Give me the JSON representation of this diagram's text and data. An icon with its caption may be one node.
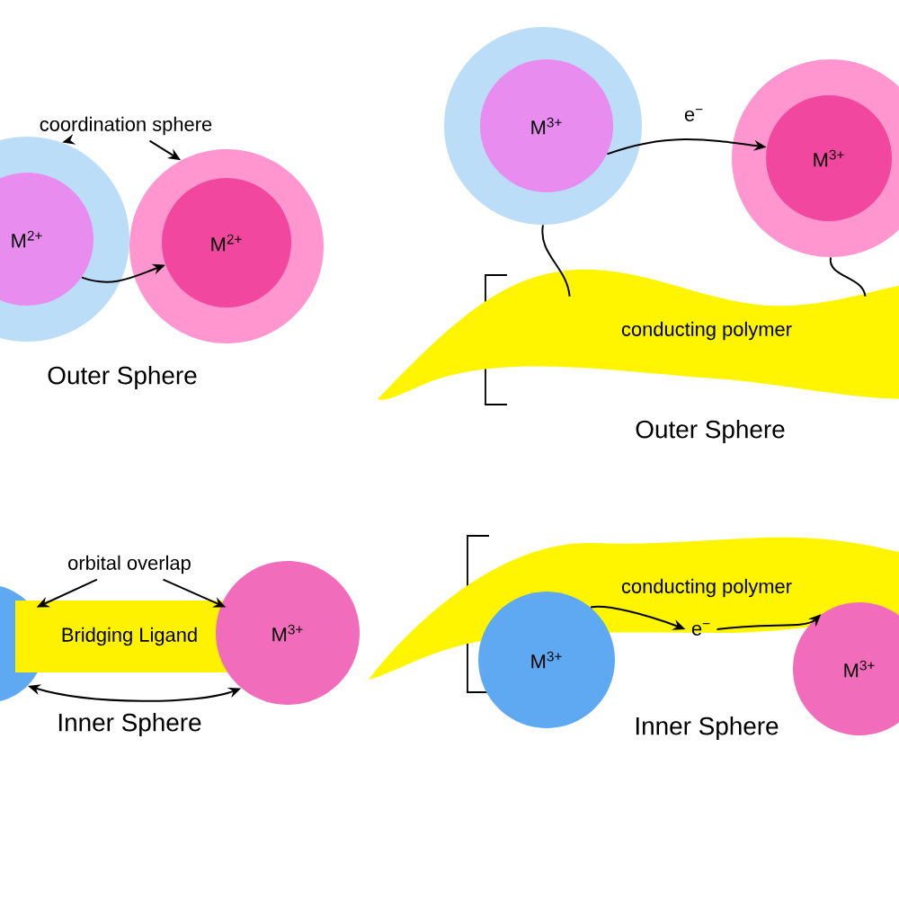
{
  "diagram": {
    "nodes": [
      {
        "text": [],
        "shape": "circle"
      },
      {
        "text": [
          "M$^{2+}$"
        ],
        "in": 0
      },
      {
        "text": [],
        "shape": "circle"
      },
      {
        "text": [
          "M$^{2+}$"
        ],
        "in": 2
      },
      {
        "text": [
          "coordination sphere"
        ]
      },
      {
        "text": [],
        "shape": "circle"
      },
      {
        "text": [
          "M$^{3+}$"
        ],
        "in": 5
      },
      {
        "text": [],
        "shape": "circle"
      },
      {
        "text": [
          "M$^{3+}$"
        ],
        "in": 7
      },
      {
        "text": [
          "conducting polymer"
        ]
      },
      {
        "text": [],
        "shape": "circle"
      },
      {
        "text": [
          "Bridging Ligand"
        ]
      },
      {
        "text": [
          "M$^{3+}$"
        ]
      },
      {
        "text": [
          "orbital overlap"
        ]
      },
      {
        "text": [
          "conducting polymer"
        ]
      },
      {
        "text": [
          "M$^{3+}$"
        ]
      },
      {
        "text": [
          "e$^{−}$"
        ],
        "in": 14
      },
      {
        "text": [
          "M$^{3+}$"
        ]
      }
    ],
    "edges": [
      {
        "from": 4,
        "to": 0,
        "arrow": "to"
      },
      {
        "from": 4,
        "to": 2,
        "arrow": "to"
      },
      {
        "from": 1,
        "to": 3,
        "arrow": "to"
      },
      {
        "from": 6,
        "to": 8,
        "arrow": "to",
        "label": "e$^{−}$"
      },
      {
        "from": 5,
        "to": 9,
        "arrow": "none"
      },
      {
        "from": 7,
        "to": 9,
        "arrow": "none"
      },
      {
        "from": 13,
        "to": 11,
        "arrow": "to"
      },
      {
        "from": 13,
        "to": 11,
        "arrow": "to"
      },
      {
        "from": 10,
        "to": 12,
        "arrow": "both"
      },
      {
        "from": 15,
        "to": 16,
        "arrow": "to"
      },
      {
        "from": 16,
        "to": 17,
        "arrow": "to"
      }
    ],
    "labels": [
      "Outer Sphere",
      "Outer Sphere",
      "Inner Sphere",
      "Inner Sphere"
    ]
  }
}
